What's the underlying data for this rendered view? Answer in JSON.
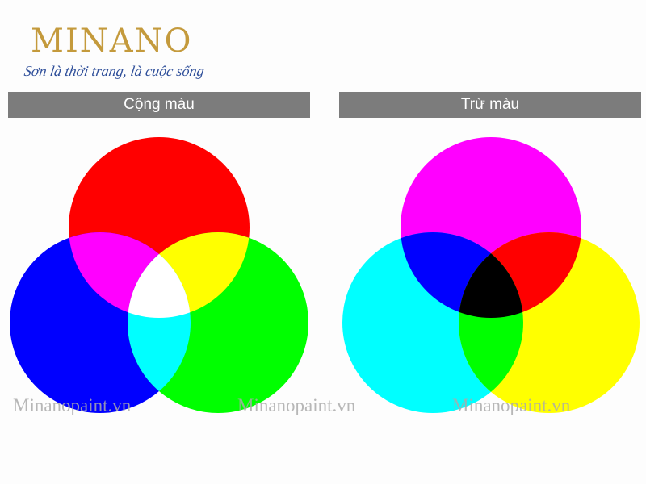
{
  "brand": {
    "logo": "MINANO",
    "tagline": "Sơn là thời trang, là cuộc sống"
  },
  "panels": {
    "additive": {
      "title": "Cộng màu",
      "colors": {
        "top": "#ff0000",
        "left": "#0000ff",
        "right": "#00ff00",
        "top_left": "#ff00ff",
        "top_right": "#ffff00",
        "left_right": "#00ffff",
        "center": "#ffffff"
      }
    },
    "subtractive": {
      "title": "Trừ màu",
      "colors": {
        "top": "#ff00ff",
        "left": "#00ffff",
        "right": "#ffff00",
        "top_left": "#0000ff",
        "top_right": "#ff0000",
        "left_right": "#00ff00",
        "center": "#000000"
      }
    }
  },
  "watermarks": [
    "Minanopaint.vn",
    "Minanopaint.vn",
    "Minanopaint.vn"
  ]
}
